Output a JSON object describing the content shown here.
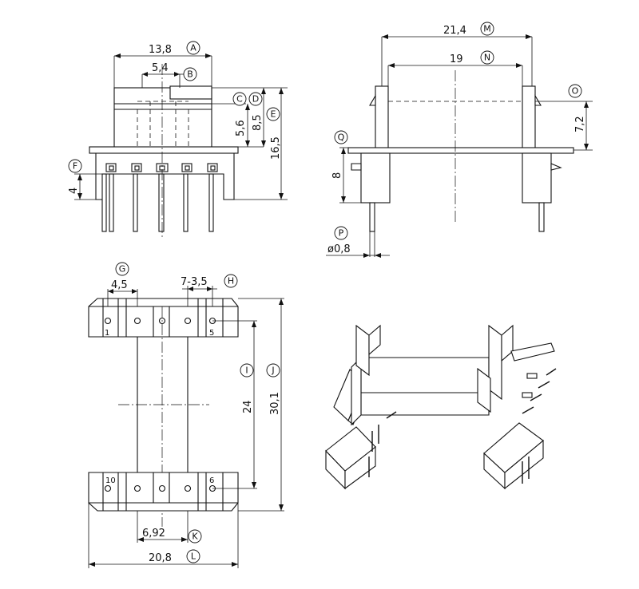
{
  "dimensions": {
    "front_width": "13,8",
    "center_width": "5,4",
    "inner_height": "5,6",
    "core_height": "8,5",
    "overall_height": "16,5",
    "pin_length": "4",
    "side_overall": "21,4",
    "side_inner": "19",
    "flange_height": "7,2",
    "base_height": "8",
    "pin_diameter": "ø0,8",
    "pin_pitch_label": "4,5",
    "pin_spacing": "7-3,5",
    "row_spacing": "24",
    "overall_length": "30,1",
    "center_spacing": "6,92",
    "bottom_width": "20,8"
  },
  "callouts": {
    "A": "A",
    "B": "B",
    "C": "C",
    "D": "D",
    "E": "E",
    "F": "F",
    "G": "G",
    "H": "H",
    "I": "I",
    "J": "J",
    "K": "K",
    "L": "L",
    "M": "M",
    "N": "N",
    "O": "O",
    "P": "P",
    "Q": "Q"
  },
  "pin_numbers": {
    "p1": "1",
    "p5": "5",
    "p10": "10",
    "p6": "6"
  }
}
